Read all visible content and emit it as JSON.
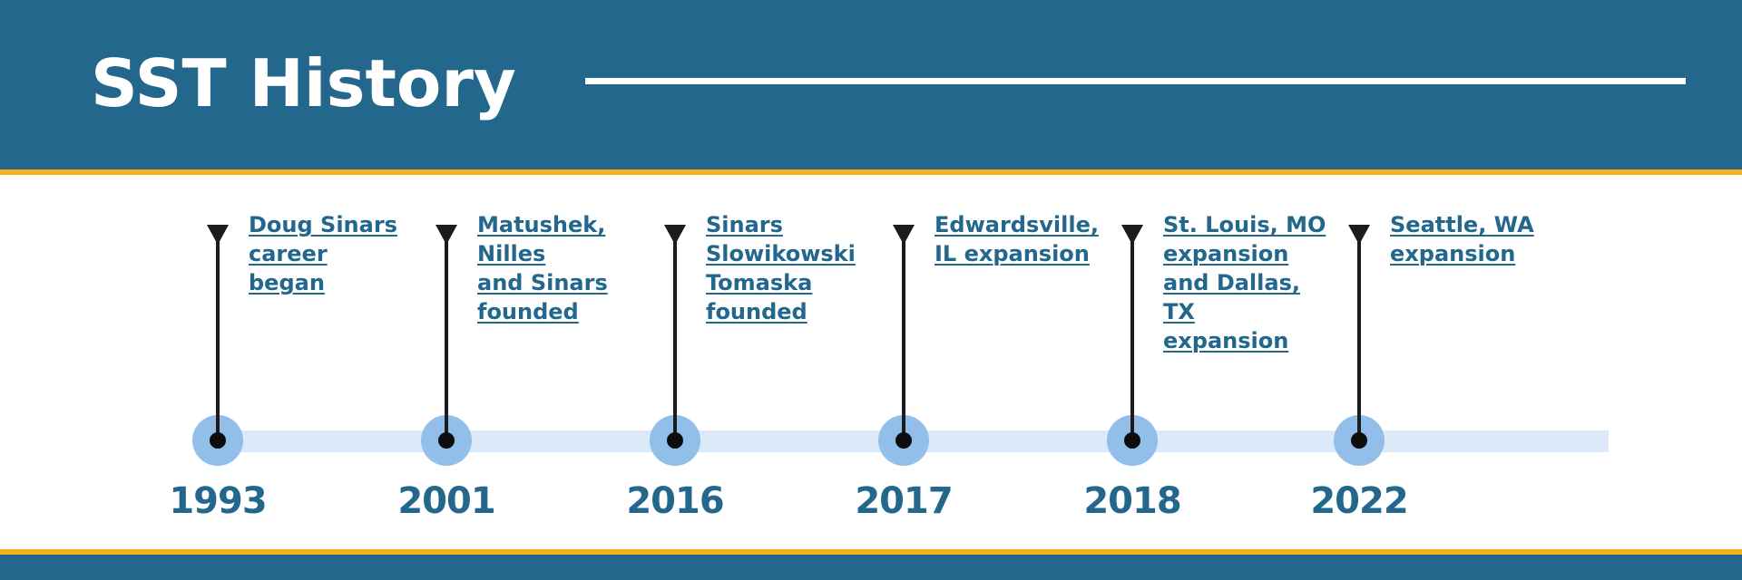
{
  "title": "SST History",
  "colors": {
    "header": "#23678c",
    "accent": "#f4b223",
    "track": "#dbe9f8",
    "marker": "#92bfea",
    "text": "#23678c"
  },
  "events": [
    {
      "year": "1993",
      "description": "Doug Sinars\ncareer\nbegan"
    },
    {
      "year": "2001",
      "description": "Matushek,\nNilles\nand Sinars\nfounded"
    },
    {
      "year": "2016",
      "description": "Sinars\nSlowikowski\nTomaska\nfounded"
    },
    {
      "year": "2017",
      "description": "Edwardsville,\nIL expansion"
    },
    {
      "year": "2018",
      "description": "St. Louis, MO\nexpansion\nand Dallas,\nTX\nexpansion"
    },
    {
      "year": "2022",
      "description": "Seattle, WA\nexpansion"
    }
  ]
}
